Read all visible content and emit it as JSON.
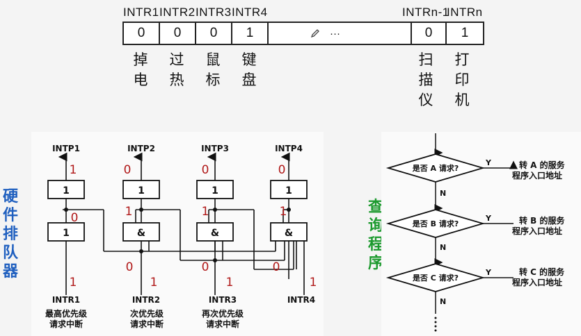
{
  "register": {
    "labels": [
      "INTR1",
      "INTR2",
      "INTR3",
      "INTR4",
      "INTRn-1",
      "INTRn"
    ],
    "values": [
      "0",
      "0",
      "0",
      "1",
      "0",
      "1"
    ],
    "ellipsis": "···",
    "devices": [
      "掉电",
      "过热",
      "鼠标",
      "键盘",
      "扫描仪",
      "打印机"
    ]
  },
  "hardware": {
    "title": "硬件排队器",
    "outputs": [
      "INTP1",
      "INTP2",
      "INTP3",
      "INTP4"
    ],
    "inputs": [
      "INTR1",
      "INTR2",
      "INTR3",
      "INTR4"
    ],
    "gate_top": "1",
    "gate_bottom": [
      "1",
      "&",
      "&",
      "&"
    ],
    "out_values": [
      "1",
      "0",
      "0",
      "0"
    ],
    "mid_values": [
      "0",
      "1",
      "1",
      "1"
    ],
    "chain_values": [
      "0",
      "0",
      "0"
    ],
    "in_values": [
      "1",
      "1",
      "1",
      "1"
    ],
    "captions": [
      [
        "最高优先级",
        "请求中断"
      ],
      [
        "次优先级",
        "请求中断"
      ],
      [
        "再次优先级",
        "请求中断"
      ]
    ]
  },
  "software": {
    "title": "查询程序",
    "questions": [
      "是否 A 请求?",
      "是否 B 请求?",
      "是否 C 请求?"
    ],
    "yes": "Y",
    "no": "N",
    "targets": [
      [
        "转 A 的服务",
        "程序入口地址"
      ],
      [
        "转 B 的服务",
        "程序入口地址"
      ],
      [
        "转 C 的服务",
        "程序入口地址"
      ]
    ]
  },
  "colors": {
    "accent_blue": "#1f5fbf",
    "accent_green": "#1c9a2e",
    "value_red": "#b01818"
  }
}
